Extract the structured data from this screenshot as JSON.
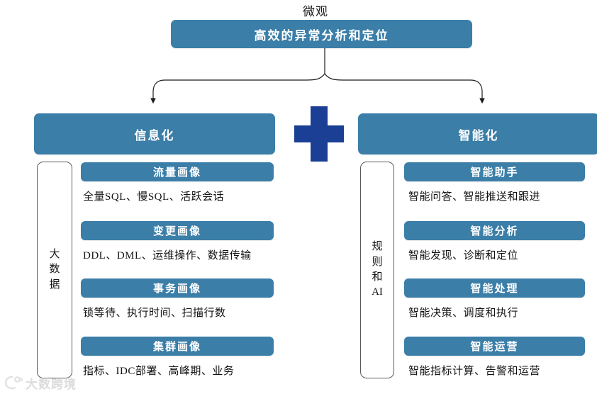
{
  "title": "微观",
  "root": {
    "label": "高效的异常分析和定位"
  },
  "colors": {
    "box_blue": "#3b7ea8",
    "plus_navy": "#1b3f94",
    "text_dark": "#121212",
    "box_text": "#ffffff",
    "outline_gray": "#5a5a5a",
    "watermark_gray": "#d9d9d9"
  },
  "plus": {
    "symbol": "+"
  },
  "left": {
    "pillar": {
      "label": "信息化"
    },
    "side_label": {
      "chars": [
        "大",
        "数",
        "据"
      ]
    },
    "items": [
      {
        "head": "流量画像",
        "desc": "全量SQL、慢SQL、活跃会话"
      },
      {
        "head": "变更画像",
        "desc": "DDL、DML、运维操作、数据传输"
      },
      {
        "head": "事务画像",
        "desc": "锁等待、执行时间、扫描行数"
      },
      {
        "head": "集群画像",
        "desc": "指标、IDC部署、高峰期、业务"
      }
    ]
  },
  "right": {
    "pillar": {
      "label": "智能化"
    },
    "side_label": {
      "chars": [
        "规",
        "则",
        "和",
        "AI"
      ]
    },
    "items": [
      {
        "head": "智能助手",
        "desc": "智能问答、智能推送和跟进"
      },
      {
        "head": "智能分析",
        "desc": "智能发现、诊断和定位"
      },
      {
        "head": "智能处理",
        "desc": "智能决策、调度和执行"
      },
      {
        "head": "智能运营",
        "desc": "智能指标计算、告警和运营"
      }
    ]
  },
  "watermark": {
    "text": "大数跨境",
    "logo": "brand-logo-icon"
  }
}
